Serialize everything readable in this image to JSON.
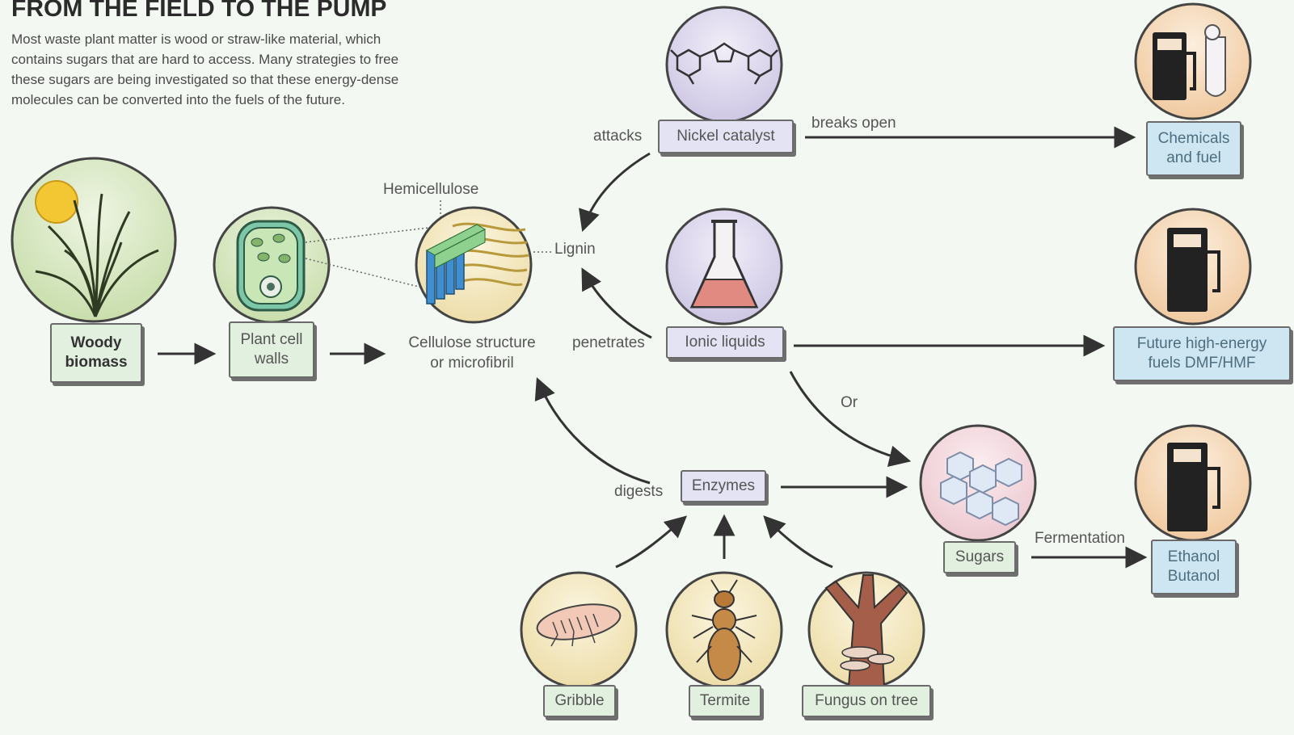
{
  "header": {
    "title": "FROM THE FIELD TO THE PUMP",
    "intro_lines": [
      "Most waste plant matter is wood or straw-like material, which",
      "contains sugars that are hard to access. Many strategies to free",
      "these sugars are being investigated so that these energy-dense",
      "molecules can be converted into the fuels of the future."
    ]
  },
  "nodes": {
    "woody_biomass": [
      "Woody",
      "biomass"
    ],
    "plant_cell_walls": [
      "Plant cell",
      "walls"
    ],
    "cellulose": [
      "Cellulose structure",
      "or microfibril"
    ],
    "hemicellulose": "Hemicellulose",
    "lignin": "Lignin",
    "nickel_catalyst": "Nickel catalyst",
    "ionic_liquids": "Ionic liquids",
    "enzymes": "Enzymes",
    "sugars": "Sugars",
    "chemicals_fuel": [
      "Chemicals",
      "and fuel"
    ],
    "future_fuels": [
      "Future high-energy",
      "fuels DMF/HMF"
    ],
    "ethanol_butanol": [
      "Ethanol",
      "Butanol"
    ],
    "gribble": "Gribble",
    "termite": "Termite",
    "fungus": "Fungus on tree"
  },
  "edges": {
    "attacks": "attacks",
    "breaks_open": "breaks open",
    "penetrates": "penetrates",
    "or": "Or",
    "digests": "digests",
    "fermentation": "Fermentation"
  },
  "colors": {
    "green_box": "#e2f0df",
    "purple_box": "#e4e3f4",
    "blue_box": "#cde6f2",
    "arrow": "#333333"
  },
  "icons": [
    "sun-icon",
    "grass-icon",
    "plant-cell-icon",
    "microfibril-icon",
    "molecule-icon",
    "flask-icon",
    "sugar-cubes-icon",
    "fuel-pump-icon",
    "test-tube-icon",
    "gribble-icon",
    "termite-icon",
    "tree-fungus-icon"
  ]
}
